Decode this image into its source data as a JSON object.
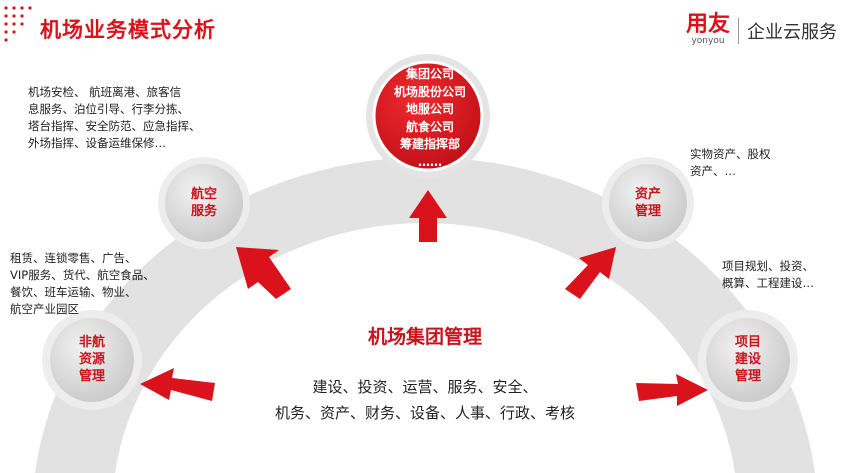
{
  "header": {
    "title": "机场业务模式分析",
    "brand_mark": "用友",
    "brand_sub": "yonyou",
    "brand_text": "企业云服务"
  },
  "top_node": {
    "lines": [
      "集团公司",
      "机场股份公司",
      "地服公司",
      "航食公司",
      "筹建指挥部",
      "……"
    ]
  },
  "nodes": {
    "aviation": {
      "label": "航空\n服务",
      "desc": "机场安检、 航班离港、旅客信\n息服务、泊位引导、行李分拣、\n塔台指挥、安全防范、应急指挥、\n外场指挥、设备运维保修…"
    },
    "non_aviation": {
      "label": "非航\n资源\n管理",
      "desc": "租赁、连锁零售、广告、\nVIP服务、货代、航空食品、\n餐饮、班车运输、物业、\n航空产业园区"
    },
    "asset": {
      "label": "资产\n管理",
      "desc": "实物资产、股权\n资产、…"
    },
    "project": {
      "label": "项目\n建设\n管理",
      "desc": "项目规划、投资、\n概算、工程建设…"
    }
  },
  "center": {
    "title": "机场集团管理",
    "line1": "建设、投资、运营、服务、安全、",
    "line2": "机务、资产、财务、设备、人事、行政、考核"
  },
  "colors": {
    "accent": "#d9121b",
    "node_fill": "#dcdcdc",
    "arc": "#e2e2e2"
  }
}
